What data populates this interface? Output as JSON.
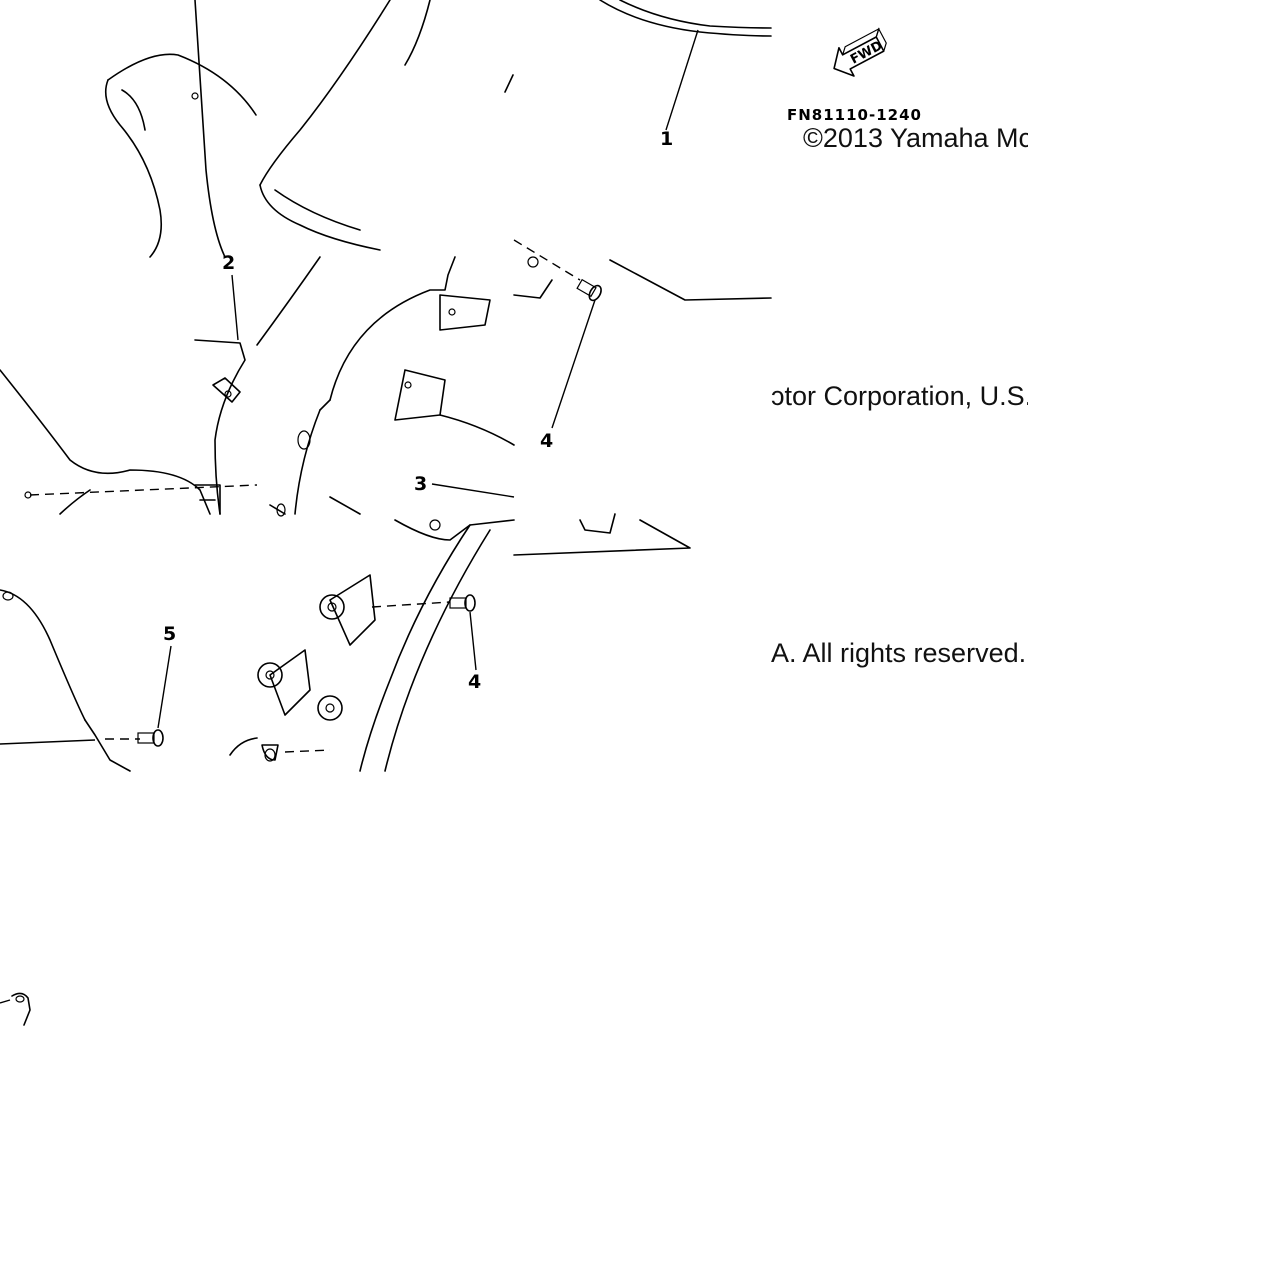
{
  "diagram": {
    "part_code": "FN81110-1240",
    "fwd_label": "FWD",
    "callouts": [
      "1",
      "2",
      "3",
      "4",
      "4",
      "5"
    ],
    "copyright": {
      "line1": "©2013 Yamaha Mc",
      "line2": "ɔtor Corporation, U.S.",
      "line3": "A. All rights reserved."
    }
  }
}
